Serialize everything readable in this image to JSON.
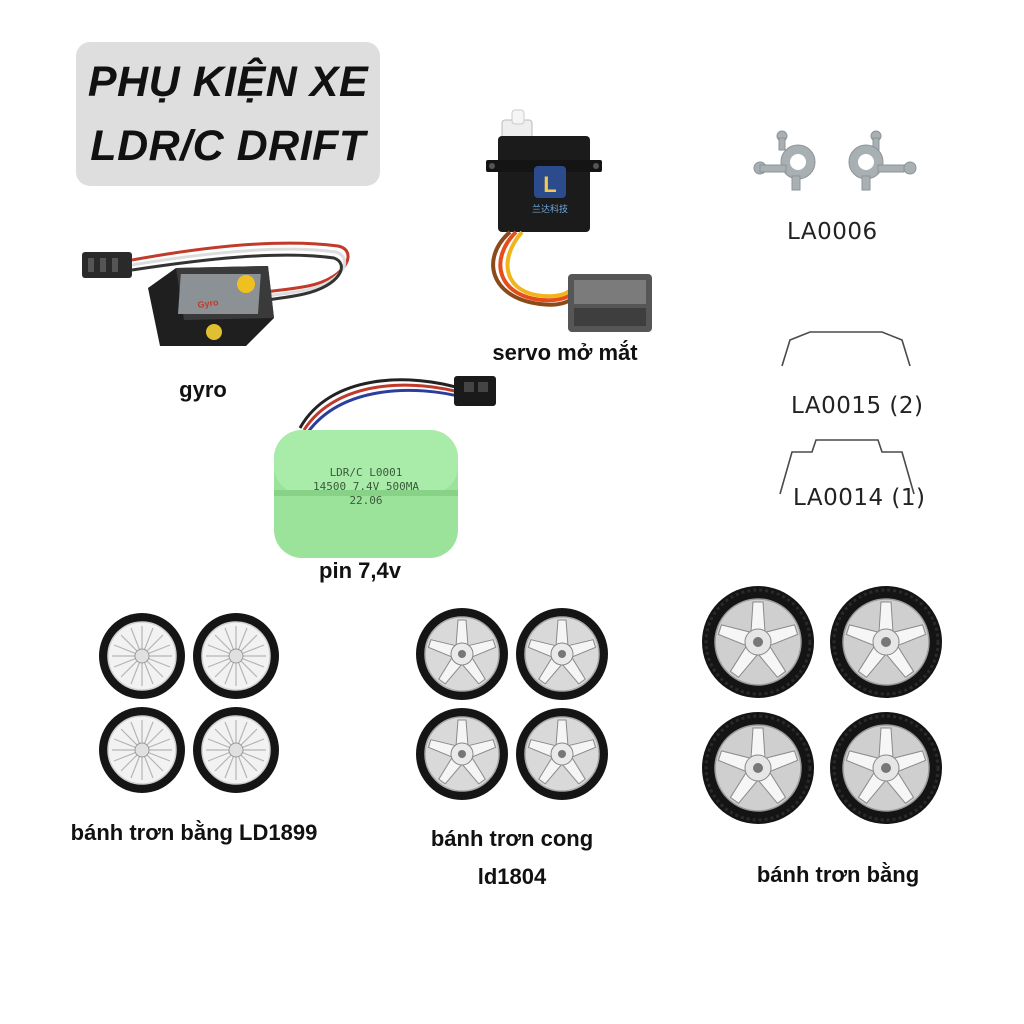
{
  "title": {
    "line1": "PHỤ KIỆN XE",
    "line2": "LDR/C DRIFT"
  },
  "products": {
    "gyro": {
      "label": "gyro",
      "case_text": "Gyro"
    },
    "servo": {
      "label": "servo mở mắt",
      "logo_text": "兰达科技"
    },
    "battery": {
      "label": "pin 7,4v",
      "print_line1": "LDR/C L0001",
      "print_line2": "14500 7.4V 500MA",
      "print_line3": "22.06"
    },
    "part_la0006": {
      "label": "LA0006"
    },
    "part_la0015": {
      "label": "LA0015 (2)"
    },
    "part_la0014": {
      "label": "LA0014 (1)"
    },
    "wheels_ld1899": {
      "label": "bánh trơn bằng LD1899"
    },
    "wheels_ld1804": {
      "label_line1": "bánh trơn cong",
      "label_line2": "ld1804"
    },
    "wheels_flat": {
      "label": "bánh trơn bằng"
    }
  },
  "colors": {
    "title_bg": "#dedede",
    "battery_green": "#9be39a",
    "tire": "#1a1a1a",
    "rim_silver": "#e8e8e8",
    "part_gray": "#a9b0b4"
  }
}
